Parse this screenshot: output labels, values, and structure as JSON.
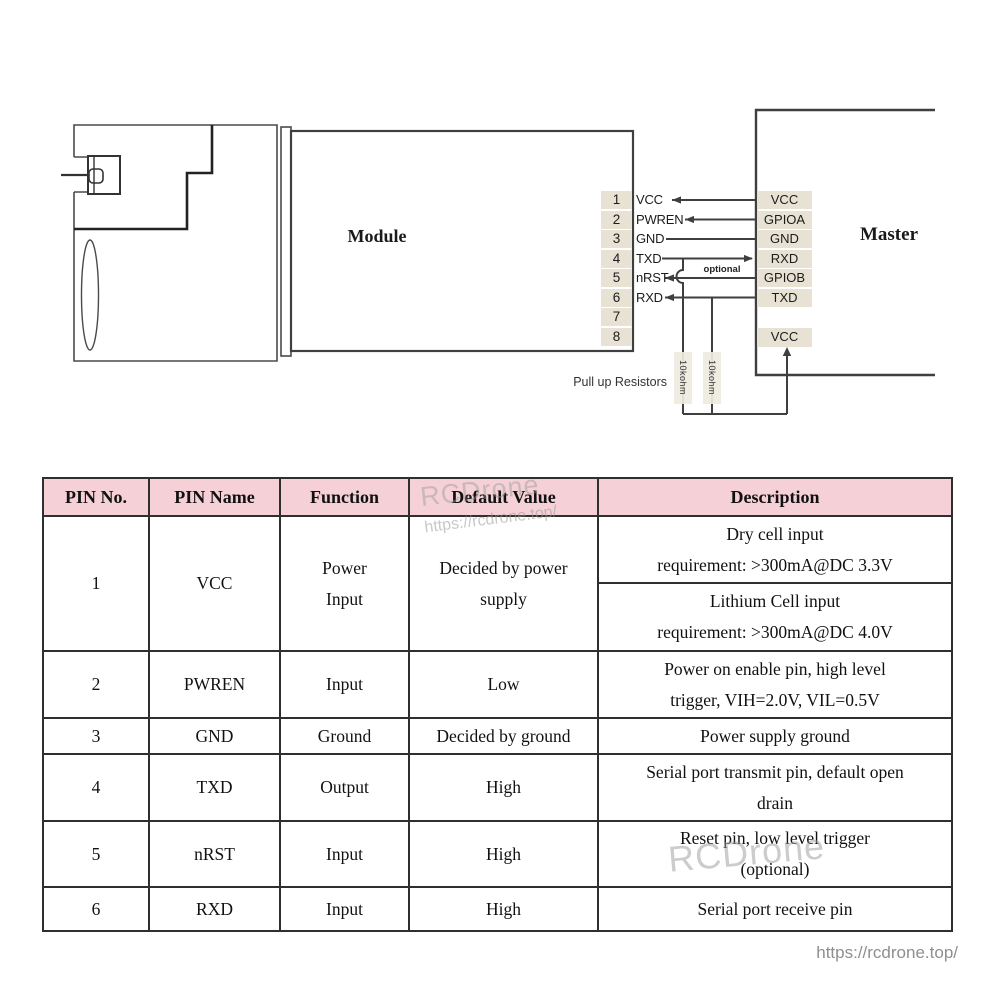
{
  "diagram": {
    "module_label": "Module",
    "master_label": "Master",
    "module_pins": [
      {
        "no": "1",
        "name": "VCC"
      },
      {
        "no": "2",
        "name": "PWREN"
      },
      {
        "no": "3",
        "name": "GND"
      },
      {
        "no": "4",
        "name": "TXD"
      },
      {
        "no": "5",
        "name": "nRST"
      },
      {
        "no": "6",
        "name": "RXD"
      },
      {
        "no": "7",
        "name": ""
      },
      {
        "no": "8",
        "name": ""
      }
    ],
    "master_pins": [
      "VCC",
      "GPIOA",
      "GND",
      "RXD",
      "GPIOB",
      "TXD"
    ],
    "master_vcc_label": "VCC",
    "optional_label": "optional",
    "pullup_resistors_label": "Pull up Resistors",
    "resistor_1": "10kohm",
    "resistor_2": "10kohm"
  },
  "table": {
    "headers": [
      "PIN No.",
      "PIN Name",
      "Function",
      "Default Value",
      "Description"
    ],
    "rows": [
      {
        "pin": "1",
        "name": "VCC",
        "function": "Power\nInput",
        "default": "Decided by power\nsupply",
        "description_a": "Dry cell input\nrequirement: >300mA@DC 3.3V",
        "description_b": "Lithium Cell input\nrequirement: >300mA@DC 4.0V"
      },
      {
        "pin": "2",
        "name": "PWREN",
        "function": "Input",
        "default": "Low",
        "description": "Power on enable pin, high level\ntrigger, VIH=2.0V, VIL=0.5V"
      },
      {
        "pin": "3",
        "name": "GND",
        "function": "Ground",
        "default": "Decided by ground",
        "description": "Power supply ground"
      },
      {
        "pin": "4",
        "name": "TXD",
        "function": "Output",
        "default": "High",
        "description": "Serial port transmit pin, default open\ndrain"
      },
      {
        "pin": "5",
        "name": "nRST",
        "function": "Input",
        "default": "High",
        "description": "Reset pin, low level trigger\n(optional)"
      },
      {
        "pin": "6",
        "name": "RXD",
        "function": "Input",
        "default": "High",
        "description": "Serial port receive pin"
      }
    ]
  },
  "watermarks": {
    "header_brand": "RCDrone",
    "header_url": "https://rcdrone.top/",
    "middle_brand": "RCDrone",
    "footer_url": "https://rcdrone.top/"
  },
  "colors": {
    "header_bg": "#f5d0d7",
    "pin_box_bg": "#e7e2d3",
    "line": "#3f3f3f"
  }
}
